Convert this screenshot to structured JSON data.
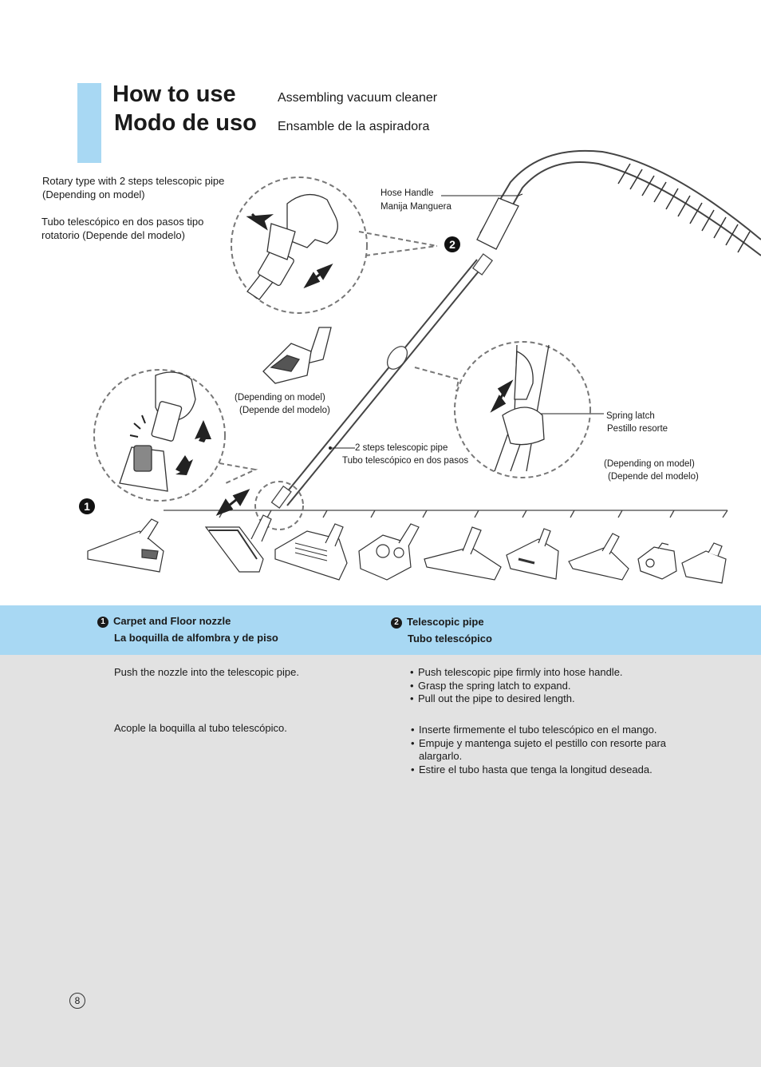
{
  "header": {
    "title_en": "How to use",
    "title_es": "Modo de uso",
    "subtitle_en": "Assembling vacuum cleaner",
    "subtitle_es": "Ensamble de la aspiradora"
  },
  "diagram": {
    "rotary_en_1": "Rotary type with 2 steps telescopic pipe",
    "rotary_en_2": "(Depending on model)",
    "rotary_es_1": "Tubo telescópico en dos pasos tipo",
    "rotary_es_2": "rotatorio (Depende del modelo)",
    "hose_handle_en": "Hose Handle",
    "hose_handle_es": "Manija Manguera",
    "depending_en": "(Depending on model)",
    "depending_es": "(Depende del modelo)",
    "pipe_en": "2 steps telescopic pipe",
    "pipe_es": "Tubo telescópico en dos pasos",
    "spring_en": "Spring latch",
    "spring_es": "Pestillo resorte",
    "depending2_en": "(Depending on model)",
    "depending2_es": "(Depende del modelo)",
    "marker_1": "1",
    "marker_2": "2"
  },
  "sections": [
    {
      "number": "1",
      "title_en": "Carpet and Floor nozzle",
      "title_es": "La boquilla de alfombra y de piso",
      "text_en": "Push the nozzle into the telescopic pipe.",
      "text_es": "Acople la boquilla al tubo telescópico."
    },
    {
      "number": "2",
      "title_en": "Telescopic pipe",
      "title_es": "Tubo telescópico",
      "bullets_en": [
        "Push telescopic pipe firmly into hose handle.",
        "Grasp the spring latch to expand.",
        "Pull out the pipe to desired length."
      ],
      "bullets_es": [
        "Inserte firmemente el tubo telescópico en el mango.",
        "Empuje y mantenga sujeto el pestillo con resorte para alargarlo.",
        "Estire el tubo hasta que tenga la longitud deseada."
      ]
    }
  ],
  "page_number": "8",
  "colors": {
    "accent": "#a8d8f3",
    "panel": "#e2e2e2"
  }
}
